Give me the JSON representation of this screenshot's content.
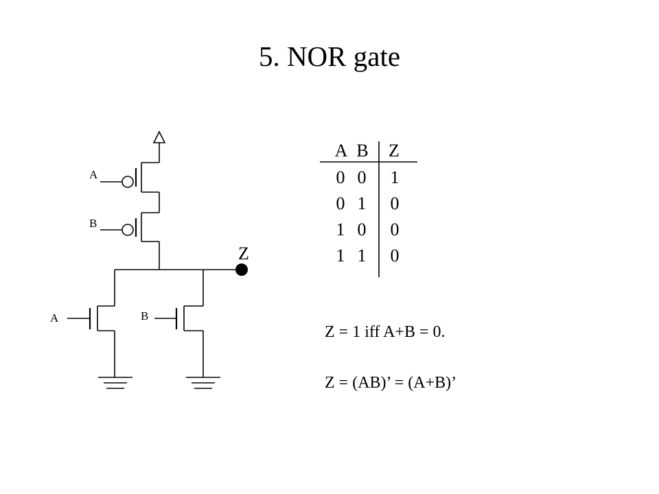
{
  "slide": {
    "title": "5. NOR gate"
  },
  "circuit": {
    "labels": {
      "pmos_a": "A",
      "pmos_b": "B",
      "nmos_a": "A",
      "nmos_b": "B",
      "output": "Z"
    }
  },
  "truth_table": {
    "headers": [
      "A",
      "B",
      "Z"
    ],
    "rows": [
      [
        "0",
        "0",
        "1"
      ],
      [
        "0",
        "1",
        "0"
      ],
      [
        "1",
        "0",
        "0"
      ],
      [
        "1",
        "1",
        "0"
      ]
    ]
  },
  "equations": [
    "Z = 1 iff A+B = 0.",
    "Z = (AB)’ = (A+B)’"
  ]
}
